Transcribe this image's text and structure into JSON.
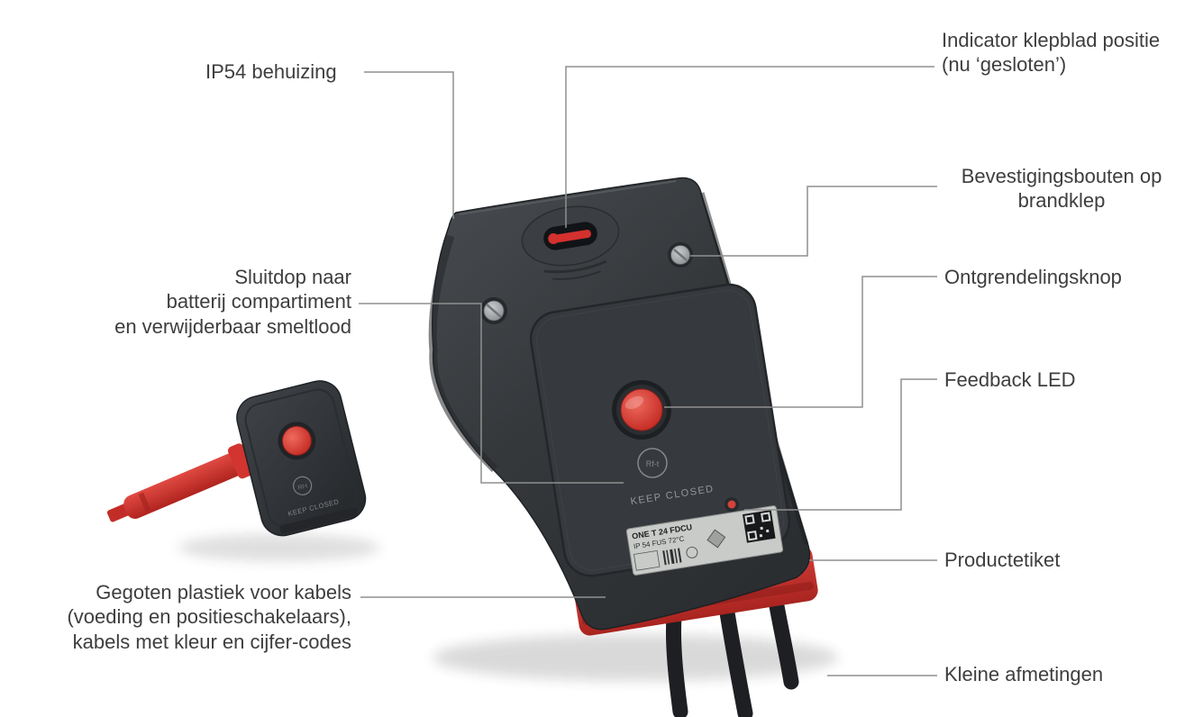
{
  "figure": {
    "background": "#ffffff",
    "leader_color": "#8f8f8f",
    "text_color": "#3e3e3e"
  },
  "callouts": {
    "ip54": {
      "label": "IP54 behuizing"
    },
    "indicator": {
      "label": "Indicator klepblad positie\n(nu ‘gesloten’)"
    },
    "bouten": {
      "label": "Bevestigingsbouten op\nbrandklep"
    },
    "ontgrendeling": {
      "label": "Ontgrendelingsknop"
    },
    "led": {
      "label": "Feedback LED"
    },
    "etiket": {
      "label": "Productetiket"
    },
    "afmetingen": {
      "label": "Kleine afmetingen"
    },
    "sluitdop": {
      "label": "Sluitdop naar\nbatterij compartiment\nen verwijderbaar smeltlood"
    },
    "kabels": {
      "label": "Gegoten plastiek voor kabels\n(voeding en positieschakelaars),\nkabels met kleur en cijfer-codes"
    }
  },
  "device": {
    "keep_closed": "KEEP CLOSED",
    "brand": "Rf-t",
    "label_line1": "ONE T 24 FDCU",
    "label_line2": "IP 54   FUS 72°C",
    "cap": {
      "keep_closed": "KEEP CLOSED",
      "brand": "Rf-t"
    },
    "colors": {
      "body": "#35383b",
      "accent_red": "#d0302b",
      "cable": "#1d1f22"
    }
  }
}
